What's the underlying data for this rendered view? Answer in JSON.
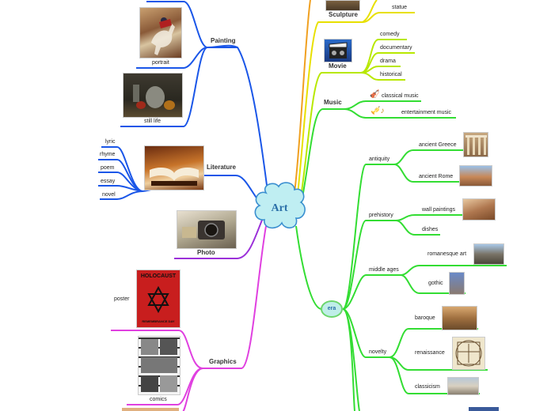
{
  "center": {
    "label": "Art"
  },
  "branches": {
    "painting": "Painting",
    "literature": "Literature",
    "photo": "Photo",
    "graphics": "Graphics",
    "sculpture": "Sculpture",
    "movie": "Movie",
    "music": "Music",
    "era": "era"
  },
  "painting_items": [
    "portrait",
    "still life"
  ],
  "literature_items": [
    "lyric",
    "rhyme",
    "poem",
    "essay",
    "novel"
  ],
  "graphics_items": [
    "poster",
    "comics"
  ],
  "sculpture_items": [
    "statue"
  ],
  "movie_items": [
    "comedy",
    "documentary",
    "drama",
    "historical"
  ],
  "music_items": [
    "classical music",
    "entertainment music"
  ],
  "era_groups": [
    {
      "label": "antiquity",
      "items": [
        "ancient Greece",
        "ancient Rome"
      ]
    },
    {
      "label": "prehistory",
      "items": [
        "wall paintings",
        "dishes"
      ]
    },
    {
      "label": "middle ages",
      "items": [
        "romanesque art",
        "gothic"
      ]
    },
    {
      "label": "novelty",
      "items": [
        "baroque",
        "renaissance",
        "classicism"
      ]
    }
  ],
  "poster_text": {
    "top": "HOLOCAUST",
    "bottom": "REMEMBRANCE DAY"
  },
  "colors": {
    "blue": "#1a56e8",
    "green": "#33dd33",
    "magenta": "#e040e0",
    "purple": "#9b30d9",
    "yellow": "#e8e000",
    "orange": "#f0a020",
    "center_fill": "#bfeef2",
    "center_stroke": "#3a8fd0"
  }
}
